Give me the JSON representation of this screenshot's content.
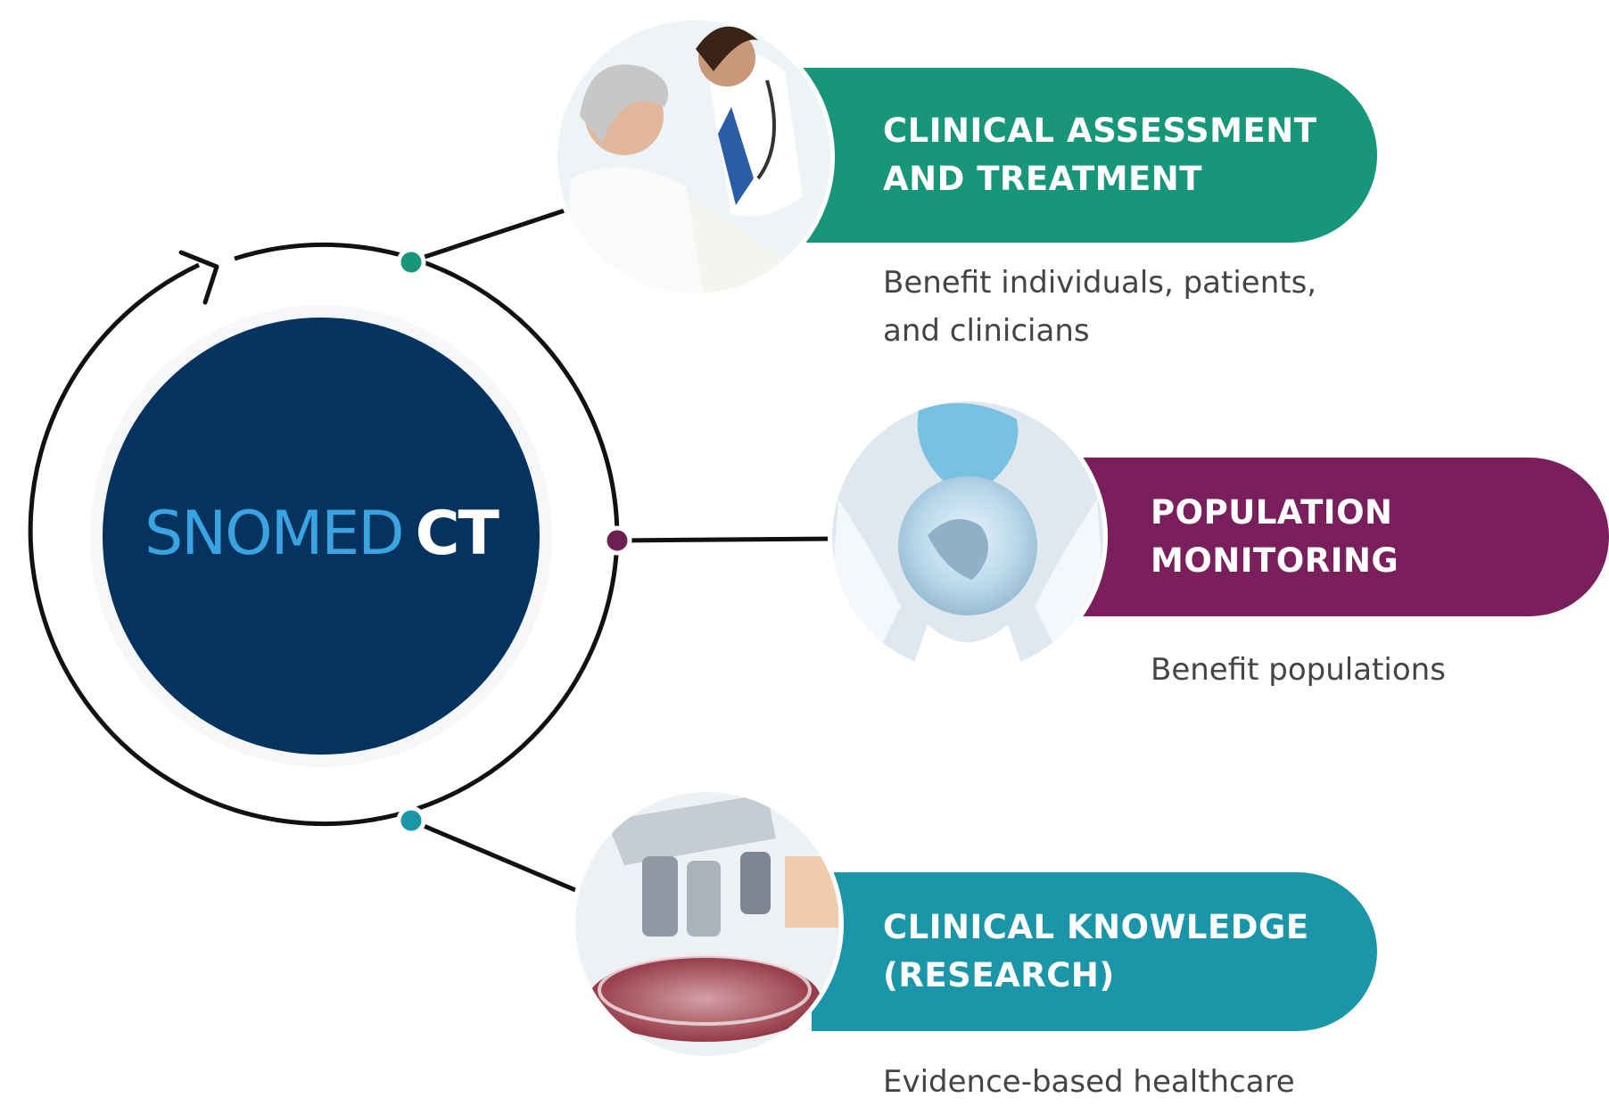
{
  "logo": {
    "word": "SNOMED",
    "suffix": "CT",
    "circle_color": "#04335f",
    "word_color": "#3aa3e0",
    "suffix_color": "#ffffff"
  },
  "branches": [
    {
      "id": "clinical",
      "title_lines": [
        "CLINICAL ASSESSMENT",
        "AND TREATMENT"
      ],
      "description_lines": [
        "Benefit individuals, patients,",
        "and clinicians"
      ],
      "color": "#17967a",
      "dot_color": "#17967a",
      "icon": "clinician-patient-photo-icon"
    },
    {
      "id": "population",
      "title_lines": [
        "POPULATION",
        "MONITORING"
      ],
      "description_lines": [
        "Benefit populations"
      ],
      "color": "#7a1f5c",
      "dot_color": "#6b1f52",
      "icon": "globe-heart-hands-photo-icon"
    },
    {
      "id": "knowledge",
      "title_lines": [
        "CLINICAL KNOWLEDGE",
        "(RESEARCH)"
      ],
      "description_lines": [
        "Evidence-based healthcare"
      ],
      "color": "#1a96a8",
      "dot_color": "#1a96a8",
      "icon": "microscope-petri-dish-photo-icon"
    }
  ]
}
